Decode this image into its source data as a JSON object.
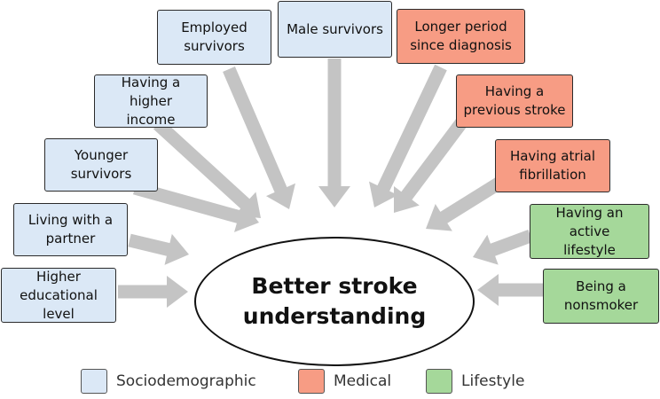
{
  "colors": {
    "sociodemographic": "#dbe8f6",
    "medical": "#f79c84",
    "lifestyle": "#a5d89a",
    "arrow": "#c4c4c4"
  },
  "center": {
    "line1": "Better stroke",
    "line2": "understanding"
  },
  "factors": {
    "employed": {
      "line1": "Employed",
      "line2": "survivors"
    },
    "male": {
      "line1": "Male survivors"
    },
    "income": {
      "line1": "Having a higher",
      "line2": "income"
    },
    "younger": {
      "line1": "Younger",
      "line2": "survivors"
    },
    "partner": {
      "line1": "Living with a",
      "line2": "partner"
    },
    "education": {
      "line1": "Higher",
      "line2": "educational",
      "line3": "level"
    },
    "longer": {
      "line1": "Longer period",
      "line2": "since diagnosis"
    },
    "previous": {
      "line1": "Having a",
      "line2": "previous stroke"
    },
    "atrial": {
      "line1": "Having atrial",
      "line2": "fibrillation"
    },
    "active": {
      "line1": "Having an active",
      "line2": "lifestyle"
    },
    "nonsmoker": {
      "line1": "Being a",
      "line2": "nonsmoker"
    }
  },
  "legend": {
    "sociodemographic": "Sociodemographic",
    "medical": "Medical",
    "lifestyle": "Lifestyle"
  }
}
